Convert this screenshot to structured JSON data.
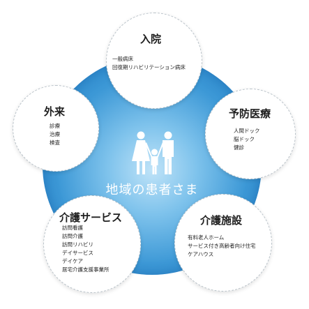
{
  "diagram": {
    "center_label": "地域の患者さま",
    "center_icon": "family-icon",
    "colors": {
      "ring": "#2b8bd0",
      "node_bg": "#ffffff",
      "node_border": "#b9c2c9"
    },
    "nodes": {
      "nyuin": {
        "title": "入院",
        "items": [
          "一般病床",
          "回復期リハビリテーション病床"
        ]
      },
      "yobo": {
        "title": "予防医療",
        "items": [
          "人間ドック",
          "脳ドック",
          "健診"
        ]
      },
      "kaigo_shisetsu": {
        "title": "介護施設",
        "items": [
          "有料老人ホーム",
          "サービス付き高齢者向け住宅",
          "ケアハウス"
        ]
      },
      "kaigo_service": {
        "title": "介護サービス",
        "items": [
          "訪問看護",
          "訪問介護",
          "訪問リハビリ",
          "デイサービス",
          "デイケア",
          "居宅介護支援事業所"
        ]
      },
      "gairai": {
        "title": "外来",
        "items": [
          "診療",
          "治療",
          "検査"
        ]
      }
    }
  }
}
